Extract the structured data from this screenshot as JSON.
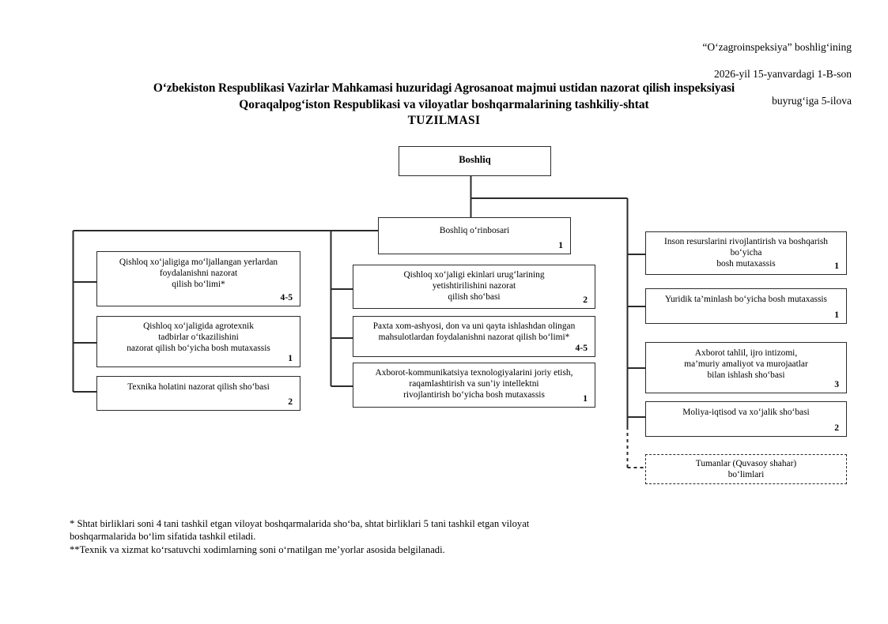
{
  "header_note": {
    "line1": "“O‘zagroinspeksiya” boshlig‘ining",
    "line2": "2026-yil 15-yanvardagi 1-B-son",
    "line3": "buyrug‘iga 5-ilova"
  },
  "title": {
    "line1": "O‘zbekiston Respublikasi Vazirlar Mahkamasi huzuridagi Agrosanoat majmui ustidan nazorat qilish inspeksiyasi",
    "line2": "Qoraqalpog‘iston Respublikasi va viloyatlar boshqarmalarining tashkiliy-shtat",
    "line3": "TUZILMASI"
  },
  "chart_data": {
    "type": "org-chart",
    "root": {
      "id": "boshliq",
      "label": "Boshliq",
      "count": ""
    },
    "deputy": {
      "id": "boshliq-orinbosari",
      "label": "Boshliq o‘rinbosari",
      "count": "1"
    },
    "left_column": [
      {
        "id": "yerlardan-foydalanish",
        "label": "Qishloq xo‘jaligiga mo‘ljallangan yerlardan\nfoydalanishni nazorat\nqilish bo‘limi*",
        "count": "4-5"
      },
      {
        "id": "agrotexnik-tadbirlar",
        "label": "Qishloq xo‘jaligida agrotexnik\ntadbirlar o‘tkazilishini\nnazorat qilish bo‘yicha bosh mutaxassis",
        "count": "1"
      },
      {
        "id": "texnika-holati",
        "label": "Texnika holatini nazorat qilish sho‘basi",
        "count": "2"
      }
    ],
    "middle_column": [
      {
        "id": "ekinlar-uruglari",
        "label": "Qishloq xo‘jaligi ekinlari urug‘larining\nyetishtirilishini nazorat\nqilish sho‘basi",
        "count": "2"
      },
      {
        "id": "paxta-xom-ashyo",
        "label": "Paxta xom-ashyosi, don va uni qayta ishlashdan olingan\nmahsulotlardan foydalanishni nazorat qilish bo‘limi*",
        "count": "4-5"
      },
      {
        "id": "axborot-kommunikatsiya",
        "label": "Axborot-kommunikatsiya texnologiyalarini joriy etish,\nraqamlashtirish va sun’iy intellektni\nrivojlantirish bo‘yicha bosh mutaxassis",
        "count": "1"
      }
    ],
    "right_column": [
      {
        "id": "inson-resurslari",
        "label": "Inson resurslarini rivojlantirish va boshqarish bo‘yicha\nbosh mutaxassis",
        "count": "1"
      },
      {
        "id": "yuridik-taminlash",
        "label": "Yuridik ta’minlash bo‘yicha bosh mutaxassis",
        "count": "1"
      },
      {
        "id": "axborot-tahlil",
        "label": "Axborot tahlil, ijro intizomi,\nma’muriy amaliyot va murojaatlar\nbilan ishlash sho‘basi",
        "count": "3"
      },
      {
        "id": "moliya-iqtisod",
        "label": "Moliya-iqtisod va xo‘jalik sho‘basi",
        "count": "2"
      }
    ],
    "dashed_node": {
      "id": "tumanlar-bolimlari",
      "label": "Tumanlar (Quvasoy shahar)\nbo‘limlari",
      "count": ""
    },
    "line_color": "#2b2b2b"
  },
  "footnotes": {
    "note1": "* Shtat birliklari soni 4 tani tashkil etgan viloyat boshqarmalarida sho‘ba, shtat birliklari 5 tani tashkil etgan viloyat boshqarmalarida bo‘lim sifatida tashkil etiladi.",
    "note2": "**Texnik va xizmat ko‘rsatuvchi xodimlarning soni o‘rnatilgan me’yorlar asosida belgilanadi."
  }
}
